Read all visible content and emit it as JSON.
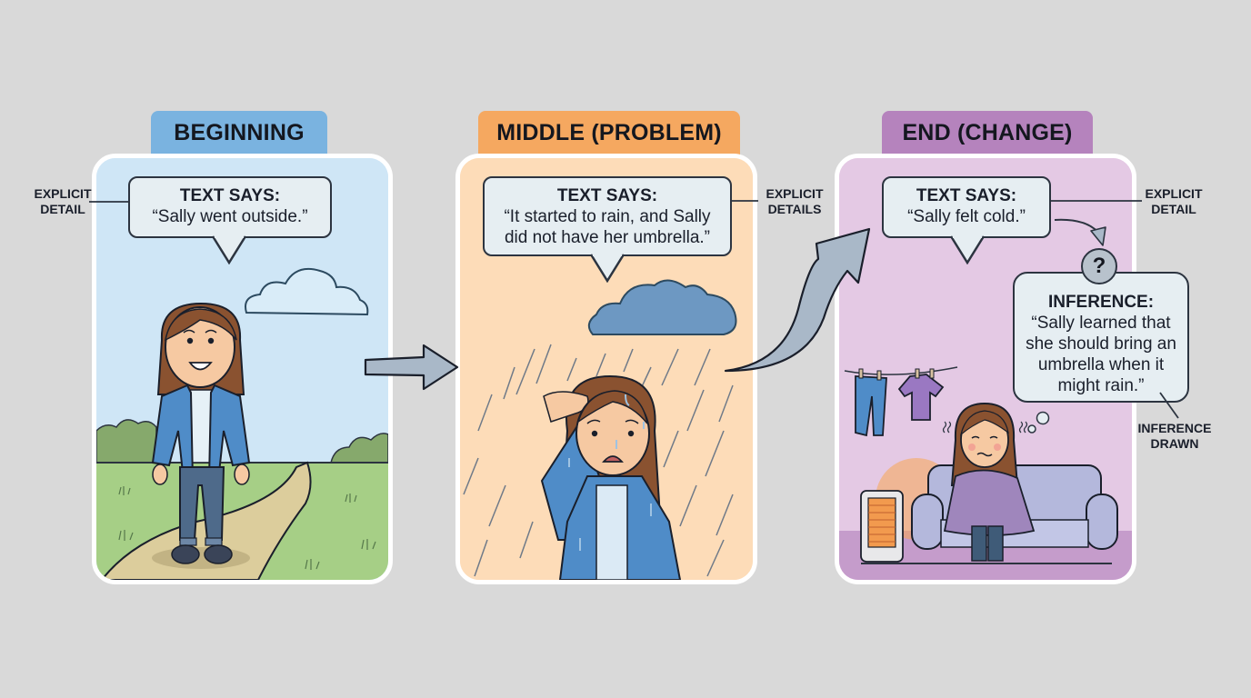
{
  "colors": {
    "background": "#d9d9d9",
    "beginning_tab": "#7ab3e0",
    "beginning_panel": "#cfe6f6",
    "middle_tab": "#f5a860",
    "middle_panel": "#fddcb8",
    "end_tab": "#b583bd",
    "end_panel": "#e4c9e4",
    "bubble_fill": "#e6eef2",
    "outline": "#2c3440",
    "arrow_fill": "#a9b8c8"
  },
  "panels": [
    {
      "id": "beginning",
      "tab_label": "BEGINNING",
      "bubble": {
        "heading": "TEXT SAYS:",
        "lines": [
          "“Sally went outside.”"
        ]
      },
      "side_label": {
        "lines": [
          "EXPLICIT",
          "DETAIL"
        ]
      },
      "scene": "Sally smiling, standing on a dirt path in a grassy park under a light cloud"
    },
    {
      "id": "middle",
      "tab_label": "MIDDLE (PROBLEM)",
      "bubble": {
        "heading": "TEXT SAYS:",
        "lines": [
          "“It started to rain, and Sally",
          "did not have her umbrella.”"
        ]
      },
      "side_label": {
        "lines": [
          "EXPLICIT",
          "DETAILS"
        ]
      },
      "scene": "Sally looking worried in heavy rain under a dark rain cloud"
    },
    {
      "id": "end",
      "tab_label": "END (CHANGE)",
      "bubble": {
        "heading": "TEXT SAYS:",
        "lines": [
          "“Sally felt cold.”"
        ]
      },
      "side_label": {
        "lines": [
          "EXPLICIT",
          "DETAIL"
        ]
      },
      "inference": {
        "icon": "?",
        "heading": "INFERENCE:",
        "lines": [
          "“Sally learned that",
          "she should bring an",
          "umbrella when it",
          "might rain.”"
        ],
        "side_label": {
          "lines": [
            "INFERENCE",
            "DRAWN"
          ]
        }
      },
      "scene": "Sally shivering on a couch wrapped in a blanket next to a heater, wet clothes hanging on a line"
    }
  ],
  "connectors": [
    {
      "from": "beginning",
      "to": "middle",
      "type": "straight-arrow"
    },
    {
      "from": "middle",
      "to": "end",
      "type": "curved-arrow"
    }
  ]
}
